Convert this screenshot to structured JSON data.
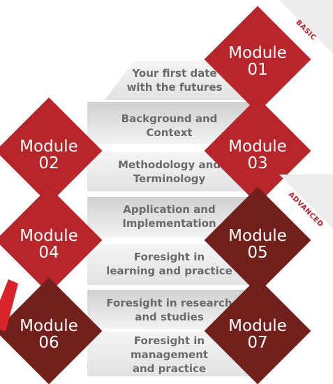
{
  "levels": {
    "basic": "BASIC",
    "advanced": "ADVANCED"
  },
  "modules": [
    {
      "word": "Module",
      "num": "01"
    },
    {
      "word": "Module",
      "num": "02"
    },
    {
      "word": "Module",
      "num": "03"
    },
    {
      "word": "Module",
      "num": "04"
    },
    {
      "word": "Module",
      "num": "05"
    },
    {
      "word": "Module",
      "num": "06"
    },
    {
      "word": "Module",
      "num": "07"
    }
  ],
  "topics": [
    {
      "l1": "Your first date",
      "l2": "with the futures"
    },
    {
      "l1": "Background and",
      "l2": "Context"
    },
    {
      "l1": "Methodology and",
      "l2": "Terminology"
    },
    {
      "l1": "Application and",
      "l2": "Implementation"
    },
    {
      "l1": "Foresight in",
      "l2": "learning and practice"
    },
    {
      "l1": "Foresight in research",
      "l2": "and studies"
    },
    {
      "l1": "Foresight in",
      "l2": "management",
      "l3": "and practice"
    }
  ],
  "colors": {
    "basic_red": "#b8262b",
    "advanced_dark": "#72201c",
    "topic_text": "#6a6a6a"
  }
}
